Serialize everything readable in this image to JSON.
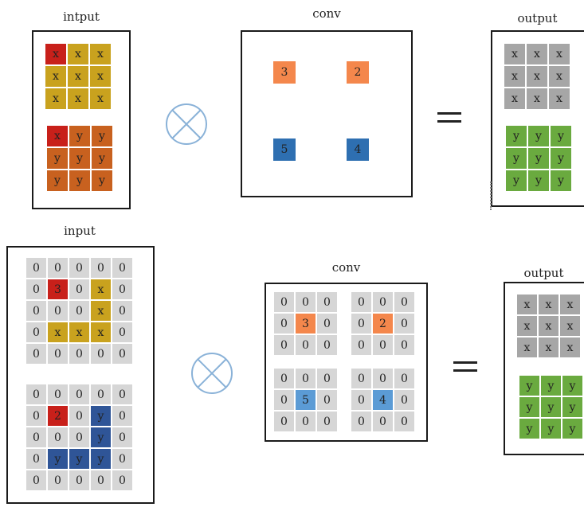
{
  "top": {
    "input_label": "intput",
    "conv_label": "conv",
    "output_label": "output",
    "input_x": [
      [
        "x",
        "x",
        "x"
      ],
      [
        "x",
        "x",
        "x"
      ],
      [
        "x",
        "x",
        "x"
      ]
    ],
    "input_y": [
      [
        "x",
        "y",
        "y"
      ],
      [
        "y",
        "y",
        "y"
      ],
      [
        "y",
        "y",
        "y"
      ]
    ],
    "kernel": [
      "3",
      "2",
      "5",
      "4"
    ],
    "output_x": [
      [
        "x",
        "x",
        "x"
      ],
      [
        "x",
        "x",
        "x"
      ],
      [
        "x",
        "x",
        "x"
      ]
    ],
    "output_y": [
      [
        "y",
        "y",
        "y"
      ],
      [
        "y",
        "y",
        "y"
      ],
      [
        "y",
        "y",
        "y"
      ]
    ]
  },
  "bottom": {
    "input_label": "input",
    "conv_label": "conv",
    "output_label": "output",
    "input_x": [
      [
        "0",
        "0",
        "0",
        "0",
        "0"
      ],
      [
        "0",
        "3",
        "0",
        "x",
        "0"
      ],
      [
        "0",
        "0",
        "0",
        "x",
        "0"
      ],
      [
        "0",
        "x",
        "x",
        "x",
        "0"
      ],
      [
        "0",
        "0",
        "0",
        "0",
        "0"
      ]
    ],
    "input_y": [
      [
        "0",
        "0",
        "0",
        "0",
        "0"
      ],
      [
        "0",
        "2",
        "0",
        "y",
        "0"
      ],
      [
        "0",
        "0",
        "0",
        "y",
        "0"
      ],
      [
        "0",
        "y",
        "y",
        "y",
        "0"
      ],
      [
        "0",
        "0",
        "0",
        "0",
        "0"
      ]
    ],
    "kernels": [
      [
        [
          "0",
          "0",
          "0"
        ],
        [
          "0",
          "3",
          "0"
        ],
        [
          "0",
          "0",
          "0"
        ]
      ],
      [
        [
          "0",
          "0",
          "0"
        ],
        [
          "0",
          "2",
          "0"
        ],
        [
          "0",
          "0",
          "0"
        ]
      ],
      [
        [
          "0",
          "0",
          "0"
        ],
        [
          "0",
          "5",
          "0"
        ],
        [
          "0",
          "0",
          "0"
        ]
      ],
      [
        [
          "0",
          "0",
          "0"
        ],
        [
          "0",
          "4",
          "0"
        ],
        [
          "0",
          "0",
          "0"
        ]
      ]
    ],
    "output_x": [
      [
        "x",
        "x",
        "x"
      ],
      [
        "x",
        "x",
        "x"
      ],
      [
        "x",
        "x",
        "x"
      ]
    ],
    "output_y": [
      [
        "y",
        "y",
        "y"
      ],
      [
        "y",
        "y",
        "y"
      ],
      [
        "y",
        "y",
        "y"
      ]
    ]
  },
  "colors": {
    "gold": "#c9a21e",
    "red": "#c8201a",
    "rust": "#c8611f",
    "orange": "#f4874c",
    "blue_dark": "#2e6fb1",
    "blue_light": "#5b9bd5",
    "navy": "#2f5597",
    "gray_light": "#d6d6d6",
    "gray_mid": "#a6a6a6",
    "green": "#6aaa3f"
  }
}
